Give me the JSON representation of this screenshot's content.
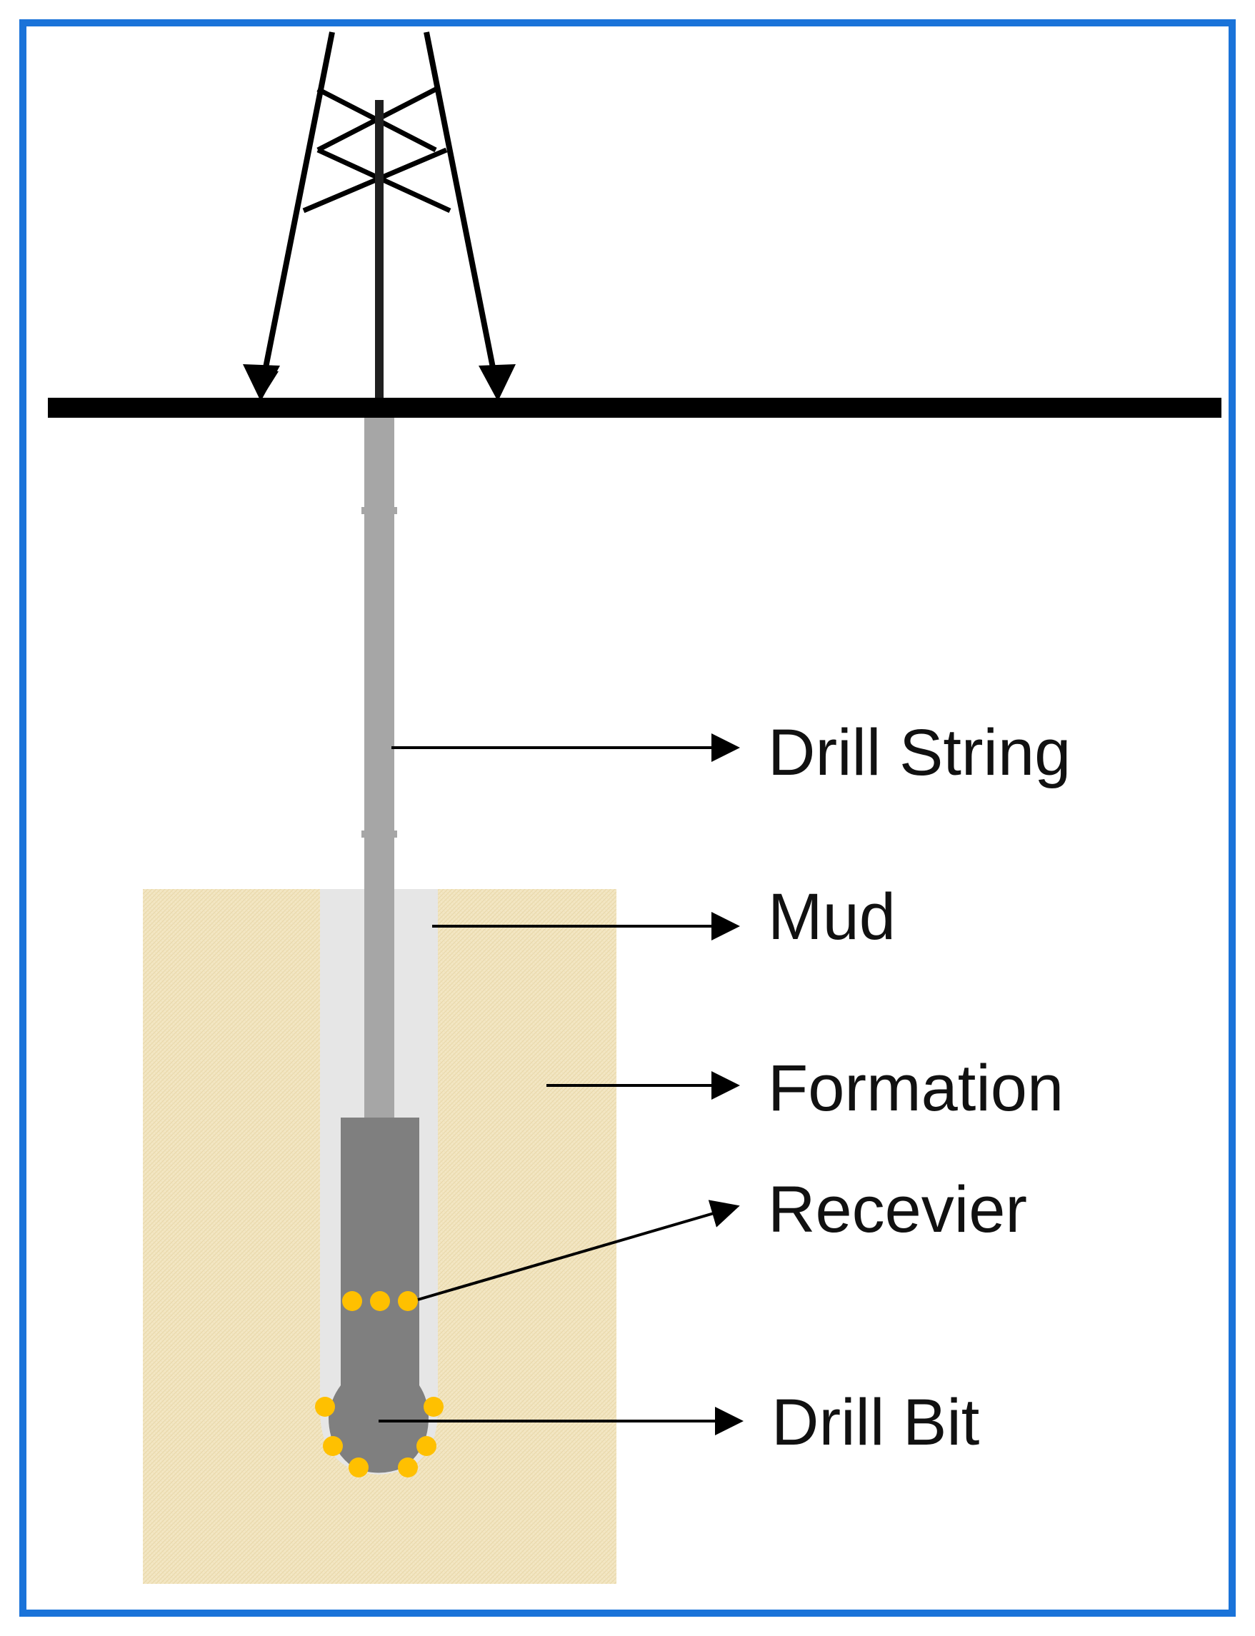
{
  "diagram": {
    "labels": {
      "drill_string": "Drill String",
      "mud": "Mud",
      "formation": "Formation",
      "receiver": "Recevier",
      "drill_bit": "Drill Bit"
    },
    "colors": {
      "frame": "#1a73d9",
      "ground_line": "#000000",
      "drill_pipe": "#a6a6a6",
      "mud": "#e6e6e6",
      "formation": "#f3e7c4",
      "tool": "#7f7f7f",
      "receiver_dots": "#ffc000"
    },
    "icons": {
      "derrick": "derrick-tower-icon"
    }
  }
}
